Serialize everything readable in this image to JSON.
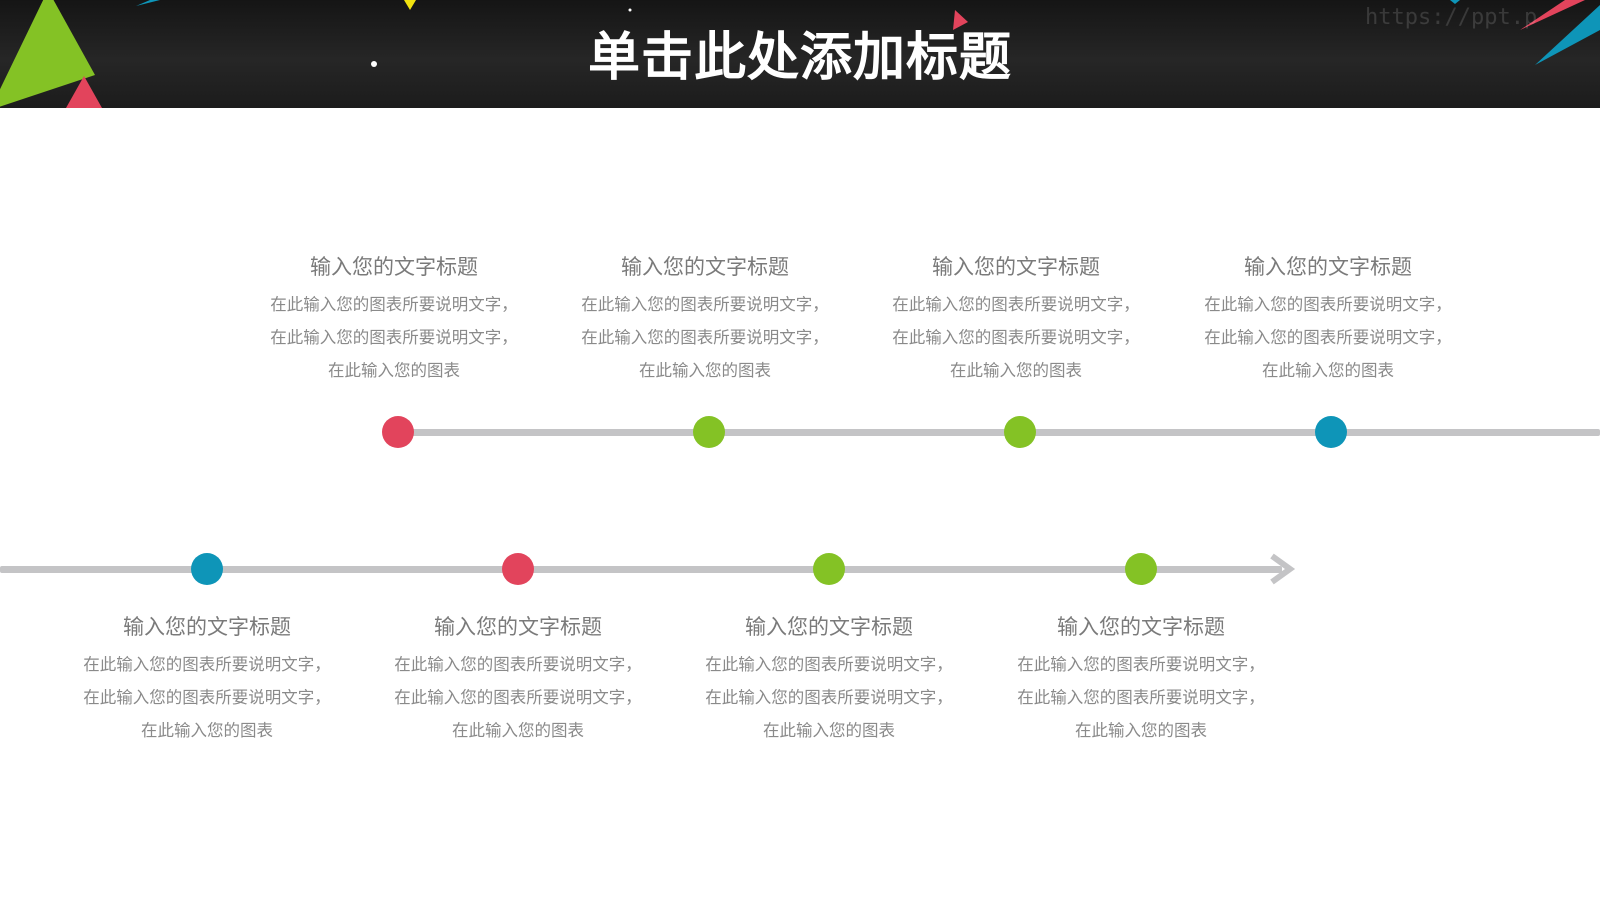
{
  "header": {
    "title": "单击此处添加标题",
    "watermark": "https://ppt.p",
    "background_color": "#1f1f1f"
  },
  "colors": {
    "red": "#e2445c",
    "green": "#84c225",
    "blue": "#0e95b8",
    "line": "#c4c4c6"
  },
  "timeline": {
    "top_row": [
      {
        "color": "red",
        "title": "输入您的文字标题",
        "lines": [
          "在此输入您的图表所要说明文字，",
          "在此输入您的图表所要说明文字，",
          "在此输入您的图表"
        ]
      },
      {
        "color": "green",
        "title": "输入您的文字标题",
        "lines": [
          "在此输入您的图表所要说明文字，",
          "在此输入您的图表所要说明文字，",
          "在此输入您的图表"
        ]
      },
      {
        "color": "green",
        "title": "输入您的文字标题",
        "lines": [
          "在此输入您的图表所要说明文字，",
          "在此输入您的图表所要说明文字，",
          "在此输入您的图表"
        ]
      },
      {
        "color": "blue",
        "title": "输入您的文字标题",
        "lines": [
          "在此输入您的图表所要说明文字，",
          "在此输入您的图表所要说明文字，",
          "在此输入您的图表"
        ]
      }
    ],
    "bottom_row": [
      {
        "color": "blue",
        "title": "输入您的文字标题",
        "lines": [
          "在此输入您的图表所要说明文字，",
          "在此输入您的图表所要说明文字，",
          "在此输入您的图表"
        ]
      },
      {
        "color": "red",
        "title": "输入您的文字标题",
        "lines": [
          "在此输入您的图表所要说明文字，",
          "在此输入您的图表所要说明文字，",
          "在此输入您的图表"
        ]
      },
      {
        "color": "green",
        "title": "输入您的文字标题",
        "lines": [
          "在此输入您的图表所要说明文字，",
          "在此输入您的图表所要说明文字，",
          "在此输入您的图表"
        ]
      },
      {
        "color": "green",
        "title": "输入您的文字标题",
        "lines": [
          "在此输入您的图表所要说明文字，",
          "在此输入您的图表所要说明文字，",
          "在此输入您的图表"
        ]
      }
    ]
  }
}
